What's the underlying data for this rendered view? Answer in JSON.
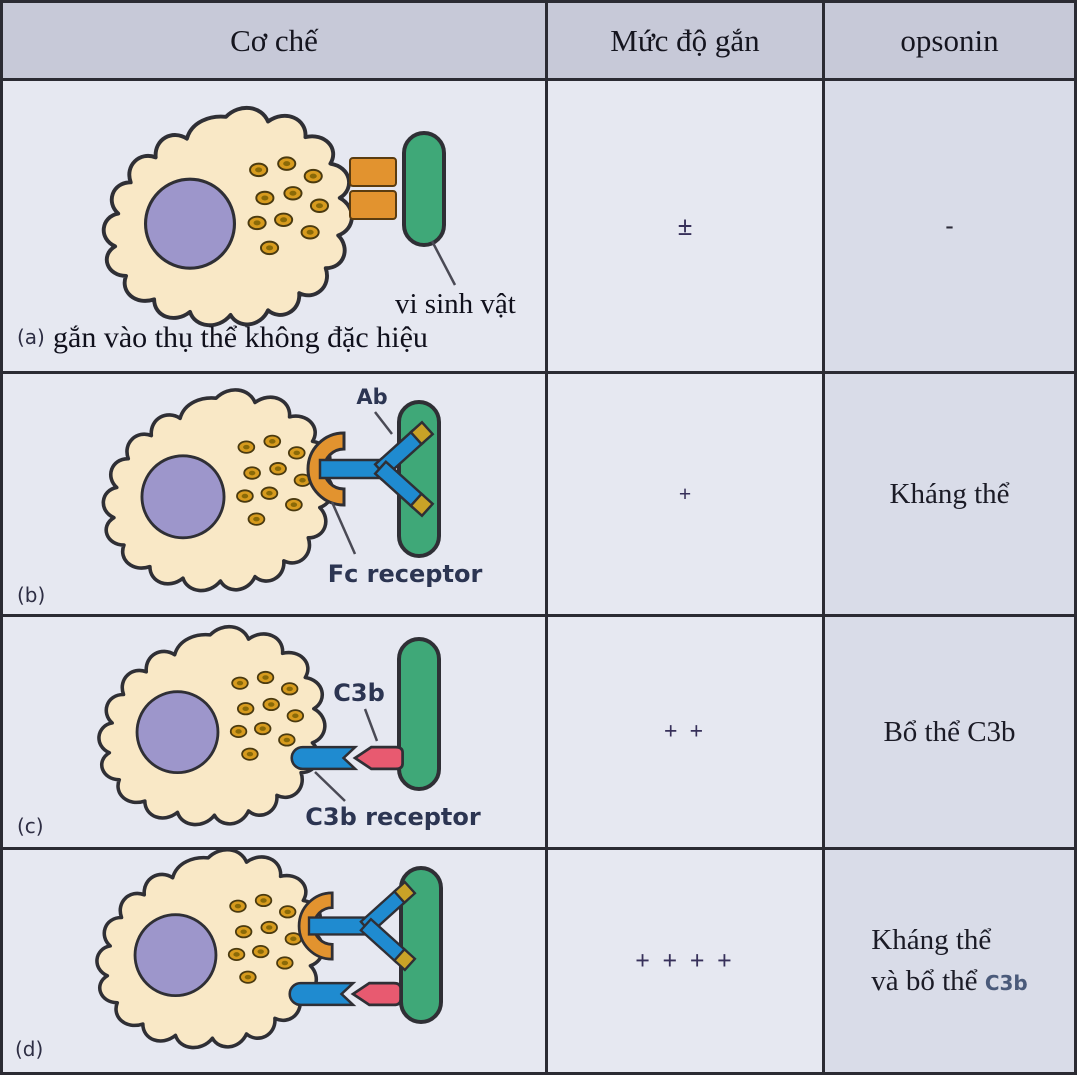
{
  "header": {
    "mechanism": "Cơ chế",
    "binding": "Mức độ gắn",
    "opsonin": "opsonin"
  },
  "rows": [
    {
      "id": "a",
      "tag": "(a)",
      "caption": "gắn vào thụ thể không đặc hiệu",
      "microbe_label": "vi sinh vật",
      "binding": "±",
      "opsonin": "-"
    },
    {
      "id": "b",
      "tag": "(b)",
      "ab_label": "Ab",
      "receptor_label": "Fc receptor",
      "binding": "+",
      "opsonin": "Kháng thể"
    },
    {
      "id": "c",
      "tag": "(c)",
      "c3b_label": "C3b",
      "receptor_label": "C3b receptor",
      "binding": "+ +",
      "opsonin": "Bổ thể C3b"
    },
    {
      "id": "d",
      "tag": "(d)",
      "binding": "+ + + +",
      "opsonin_line1": "Kháng thể",
      "opsonin_line2": "và bổ thể",
      "opsonin_c3b": "C3b"
    }
  ],
  "colors": {
    "line": "#2b2b33",
    "headbg": "#c7c9d8",
    "bg1": "#e6e8f1",
    "bg2": "#d9dce8",
    "cyto": "#f9e8c6",
    "nucleus": "#9d96cb",
    "granule": "#d79b1e",
    "receptor": "#e2932f",
    "ab": "#1f8bd0",
    "c3b": "#e85a70",
    "microbe": "#3fa878",
    "gold": "#c9a227"
  }
}
